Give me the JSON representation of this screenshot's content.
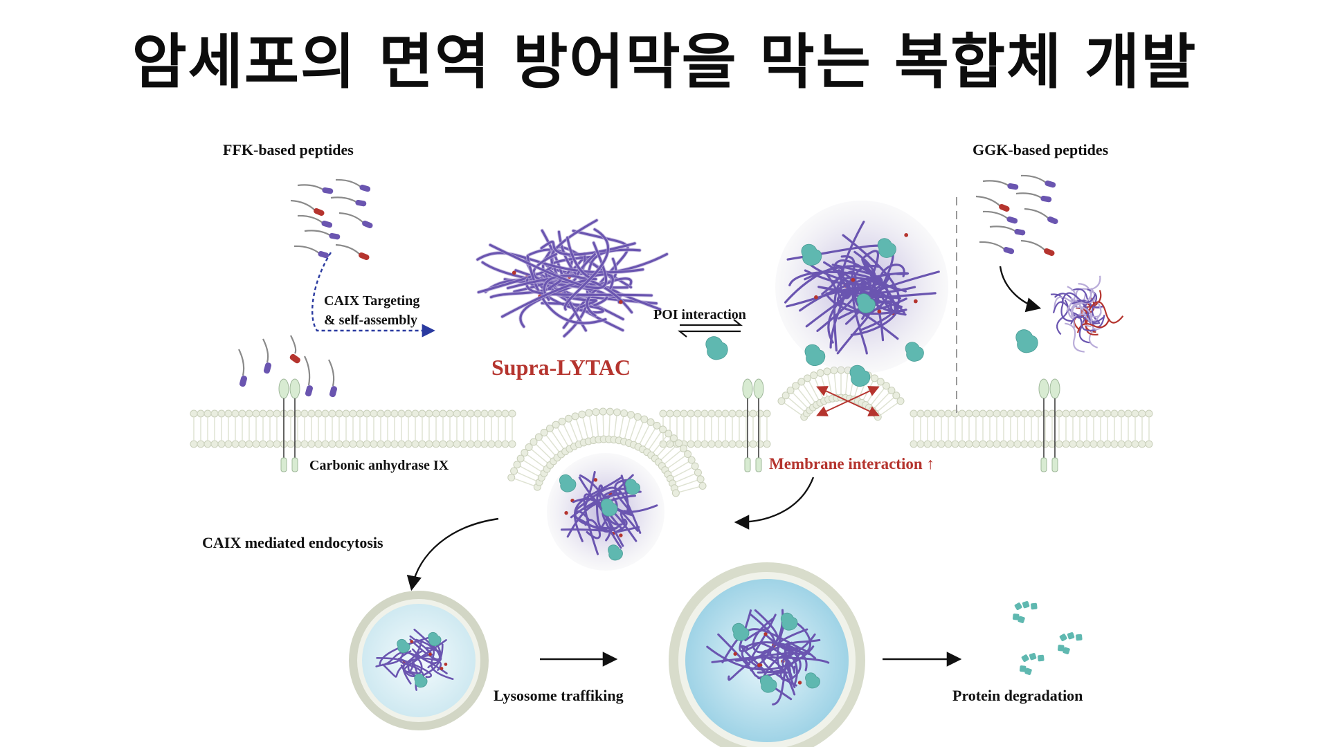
{
  "title": "암세포의 면역 방어막을 막는 복합체 개발",
  "labels": {
    "ffk": "FFK-based peptides",
    "ggk": "GGK-based peptides",
    "caix_targeting": "CAIX Targeting",
    "self_assembly": "& self-assembly",
    "supra_lytac": "Supra-LYTAC",
    "poi_interaction": "POI interaction",
    "carbonic": "Carbonic anhydrase IX",
    "membrane_interaction": "Membrane interaction ↑",
    "caix_endocytosis": "CAIX mediated endocytosis",
    "lysosome": "Lysosome traffiking",
    "degradation": "Protein degradation"
  },
  "colors": {
    "fiber": "#6a55b0",
    "fiber_light": "#b9acd9",
    "accent_red": "#b5342e",
    "protein": "#5fb8b0",
    "membrane": "#e9eddf",
    "membrane_stroke": "#c9cfba",
    "receptor": "#d8ebd2",
    "lysosome_fill": "#bfe3ef"
  }
}
